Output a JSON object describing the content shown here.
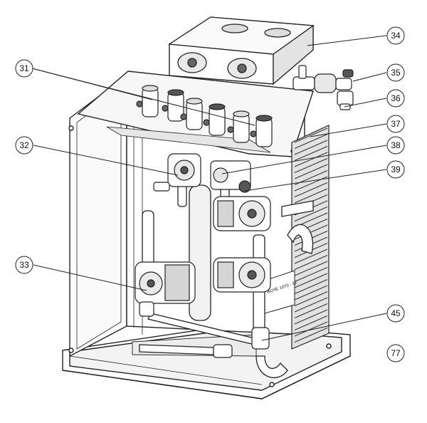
{
  "figure": {
    "callouts": [
      {
        "id": "c31",
        "label": "31"
      },
      {
        "id": "c32",
        "label": "32"
      },
      {
        "id": "c33",
        "label": "33"
      },
      {
        "id": "c34",
        "label": "34"
      },
      {
        "id": "c35",
        "label": "35"
      },
      {
        "id": "c36",
        "label": "36"
      },
      {
        "id": "c37",
        "label": "37"
      },
      {
        "id": "c38",
        "label": "38"
      },
      {
        "id": "c39",
        "label": "39"
      },
      {
        "id": "c45",
        "label": "45"
      },
      {
        "id": "c77",
        "label": "77"
      }
    ],
    "plate_text": "ACHE 1070 - 22",
    "colors": {
      "line": "#222222",
      "fill": "#ffffff",
      "shade": "#d9d9d9",
      "dark": "#555555",
      "coil": "#333333"
    }
  }
}
